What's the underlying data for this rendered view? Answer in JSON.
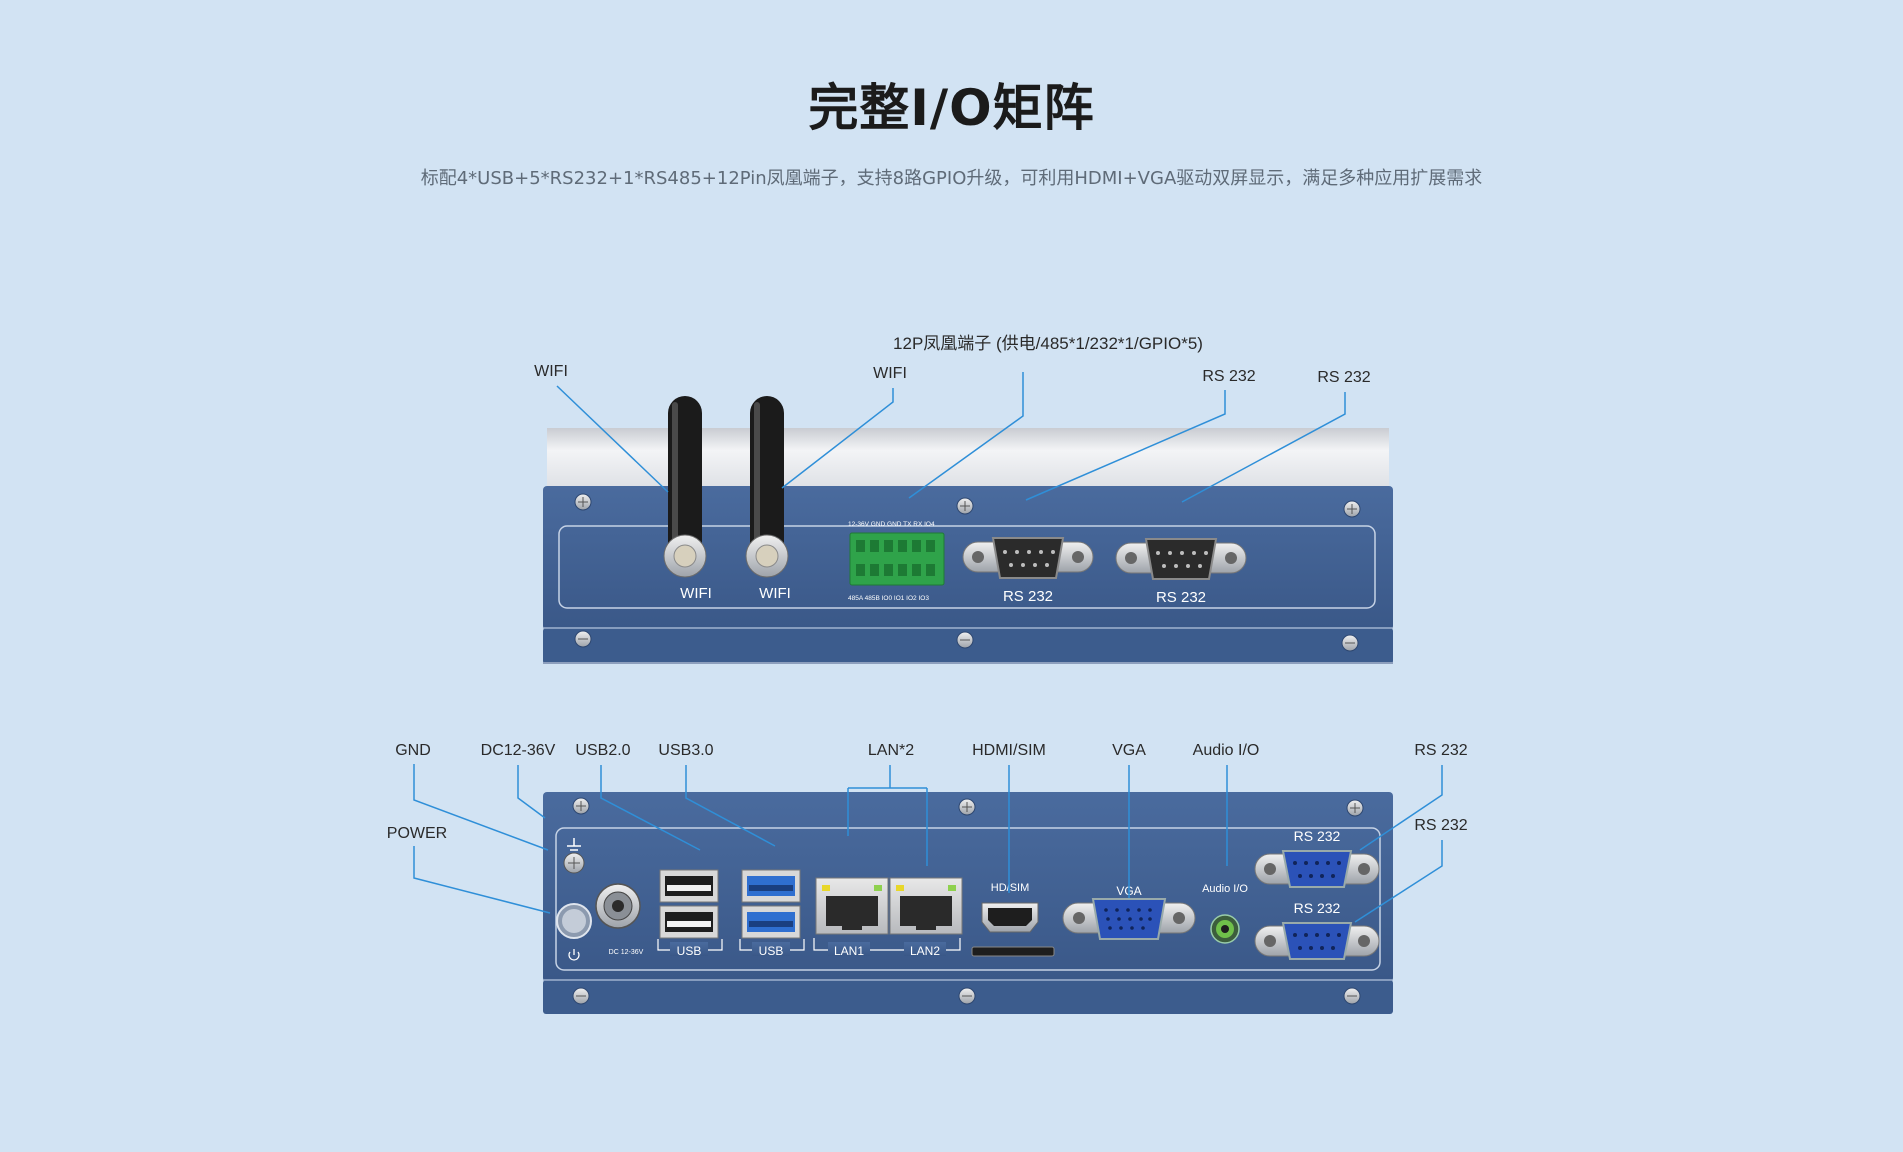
{
  "header": {
    "title": "完整I/O矩阵",
    "subtitle": "标配4*USB+5*RS232+1*RS485+12Pin凤凰端子，支持8路GPIO升级，可利用HDMI+VGA驱动双屏显示，满足多种应用扩展需求"
  },
  "top_panel": {
    "callouts": {
      "wifi_1": "WIFI",
      "wifi_2": "WIFI",
      "terminal": "12P凤凰端子 (供电/485*1/232*1/GPIO*5)",
      "rs232_1": "RS 232",
      "rs232_2": "RS 232"
    },
    "printed": {
      "wifi_1": "WIFI",
      "wifi_2": "WIFI",
      "terminal_top": "12-36V GND GND TX RX IO4",
      "terminal_bottom": "485A 485B IO0 IO1 IO2 IO3",
      "rs232_1": "RS 232",
      "rs232_2": "RS 232"
    }
  },
  "bottom_panel": {
    "callouts": {
      "gnd": "GND",
      "power": "POWER",
      "dc": "DC12-36V",
      "usb2": "USB2.0",
      "usb3": "USB3.0",
      "lan": "LAN*2",
      "hdmi_sim": "HDMI/SIM",
      "vga": "VGA",
      "audio": "Audio I/O",
      "rs232_1": "RS 232",
      "rs232_2": "RS 232"
    },
    "printed": {
      "dc": "DC 12-36V",
      "usb_a": "USB",
      "usb_b": "USB",
      "lan1": "LAN1",
      "lan2": "LAN2",
      "hdsim": "HD/SIM",
      "vga": "VGA",
      "audio": "Audio I/O",
      "rs232_1": "RS  232",
      "rs232_2": "RS  232"
    }
  },
  "colors": {
    "background": "#d2e3f3",
    "panel_blue": "#3f5f91",
    "callout_line": "#2f8fd8",
    "terminal_green": "#2fa34a"
  }
}
